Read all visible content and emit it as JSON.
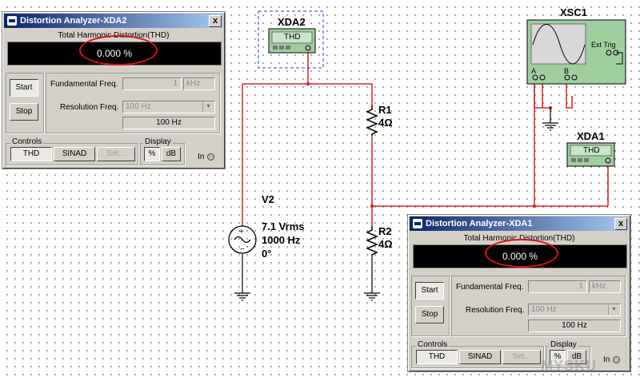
{
  "schematic": {
    "xda2_label": "XDA2",
    "xda1_label": "XDA1",
    "xsc1_label": "XSC1",
    "instrument_text": "THD",
    "ext_trig": "Ext Trig",
    "channel_a": "A",
    "channel_b": "B",
    "r1_name": "R1",
    "r1_value": "4Ω",
    "r2_name": "R2",
    "r2_value": "4Ω",
    "v2_name": "V2",
    "v2_amplitude": "7.1 Vrms",
    "v2_frequency": "1000 Hz",
    "v2_phase": "0°",
    "colors": {
      "wire": "#e02020",
      "instrument_body": "#9fcf9f",
      "scope_screen": "#d8d8d8"
    }
  },
  "analyzers": [
    {
      "id": "xda2",
      "title": "Distortion Analyzer-XDA2",
      "close": "x",
      "thd_label": "Total Harmonic Distortion(THD)",
      "value": "0.000 %",
      "start": "Start",
      "stop": "Stop",
      "fund_label": "Fundamental Freq.",
      "fund_value": "1",
      "fund_unit": "kHz",
      "res_label": "Resolution Freq.",
      "res_value": "100 Hz",
      "res_readout": "100 Hz",
      "controls_label": "Controls",
      "thd": "THD",
      "sinad": "SINAD",
      "set": "Set...",
      "display_label": "Display",
      "pct": "%",
      "db": "dB",
      "in": "In"
    },
    {
      "id": "xda1",
      "title": "Distortion Analyzer-XDA1",
      "close": "x",
      "thd_label": "Total Harmonic Distortion(THD)",
      "value": "0.000 %",
      "start": "Start",
      "stop": "Stop",
      "fund_label": "Fundamental Freq.",
      "fund_value": "1",
      "fund_unit": "kHz",
      "res_label": "Resolution Freq.",
      "res_value": "100 Hz",
      "res_readout": "100 Hz",
      "controls_label": "Controls",
      "thd": "THD",
      "sinad": "SINAD",
      "set": "Set...",
      "display_label": "Display",
      "pct": "%",
      "db": "dB",
      "in": "In"
    }
  ],
  "watermark": "MYSKU"
}
